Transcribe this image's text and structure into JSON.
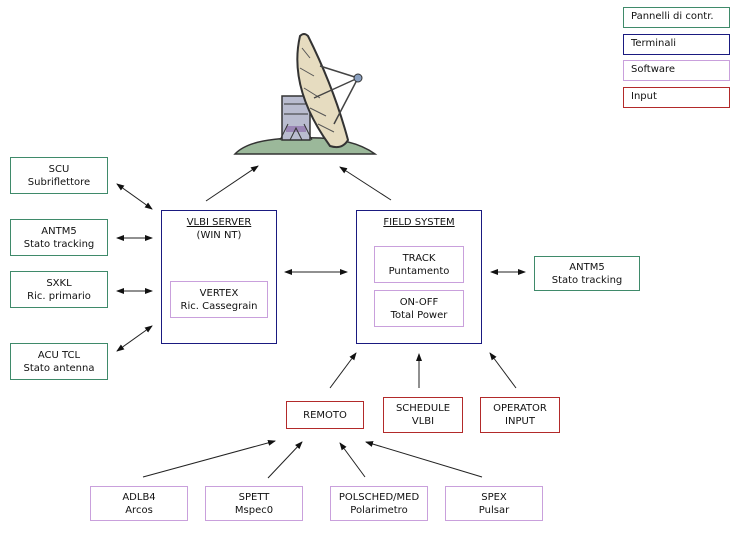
{
  "legend": [
    {
      "label": "Pannelli di contr.",
      "kind": "control-panel",
      "color": "#3f8a6a"
    },
    {
      "label": "Terminali",
      "kind": "terminal",
      "color": "#1a1a80"
    },
    {
      "label": "Software",
      "kind": "software",
      "color": "#c9a0dc"
    },
    {
      "label": "Input",
      "kind": "input",
      "color": "#b22a2a"
    }
  ],
  "antenna": {
    "icon": "radio-telescope-dish-icon"
  },
  "left_panels": [
    {
      "line1": "SCU",
      "line2": "Subriflettore"
    },
    {
      "line1": "ANTM5",
      "line2": "Stato tracking"
    },
    {
      "line1": "SXKL",
      "line2": "Ric. primario"
    },
    {
      "line1": "ACU TCL",
      "line2": "Stato antenna"
    }
  ],
  "vlbi_server": {
    "title": "VLBI SERVER",
    "subtitle": "(WIN NT)",
    "software": {
      "line1": "VERTEX",
      "line2": "Ric. Cassegrain"
    }
  },
  "field_system": {
    "title": "FIELD SYSTEM",
    "software": [
      {
        "line1": "TRACK",
        "line2": "Puntamento"
      },
      {
        "line1": "ON-OFF",
        "line2": "Total Power"
      }
    ]
  },
  "right_panel": {
    "line1": "ANTM5",
    "line2": "Stato tracking"
  },
  "inputs": [
    {
      "line1": "REMOTO",
      "line2": ""
    },
    {
      "line1": "SCHEDULE",
      "line2": "VLBI"
    },
    {
      "line1": "OPERATOR",
      "line2": "INPUT"
    }
  ],
  "bottom_software": [
    {
      "line1": "ADLB4",
      "line2": "Arcos"
    },
    {
      "line1": "SPETT",
      "line2": "Mspec0"
    },
    {
      "line1": "POLSCHED/MED",
      "line2": "Polarimetro"
    },
    {
      "line1": "SPEX",
      "line2": "Pulsar"
    }
  ]
}
